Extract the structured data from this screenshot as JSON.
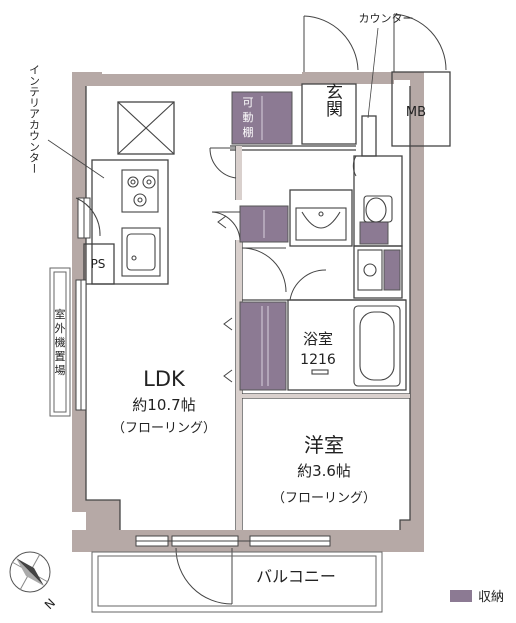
{
  "rooms": {
    "ldk": {
      "name": "LDK",
      "size": "約10.7帖",
      "floor": "（フローリング）"
    },
    "western": {
      "name": "洋室",
      "size": "約3.6帖",
      "floor": "（フローリング）"
    },
    "bath": {
      "name": "浴室",
      "size": "1216"
    },
    "entrance": "玄関",
    "balcony": "バルコニー"
  },
  "labels": {
    "movable_shelf": [
      "可",
      "動",
      "棚"
    ],
    "mb": "MB",
    "ps": "PS",
    "counter": "カウンター",
    "interior_counter": "インテリアカウンター",
    "outdoor_unit": [
      "室",
      "外",
      "機",
      "置",
      "場"
    ],
    "compass_n": "N"
  },
  "legend": {
    "label": "収納",
    "color": "#8c7a93"
  },
  "colors": {
    "wall": "#b6a9a6",
    "storage": "#8c7a93"
  }
}
